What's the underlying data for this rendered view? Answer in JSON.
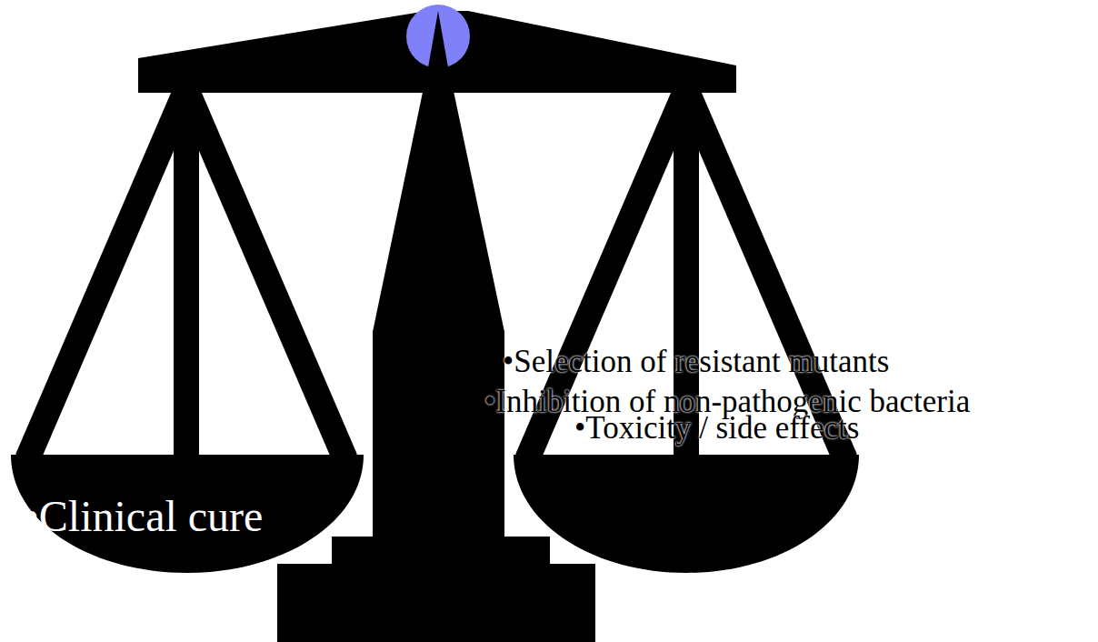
{
  "diagram": {
    "labels": [
      "•Clinical cure",
      "•Inhibition of non-pathogenic bacteria",
      "•Selection of resistant mutants",
      "•Toxicity / side effects"
    ]
  }
}
